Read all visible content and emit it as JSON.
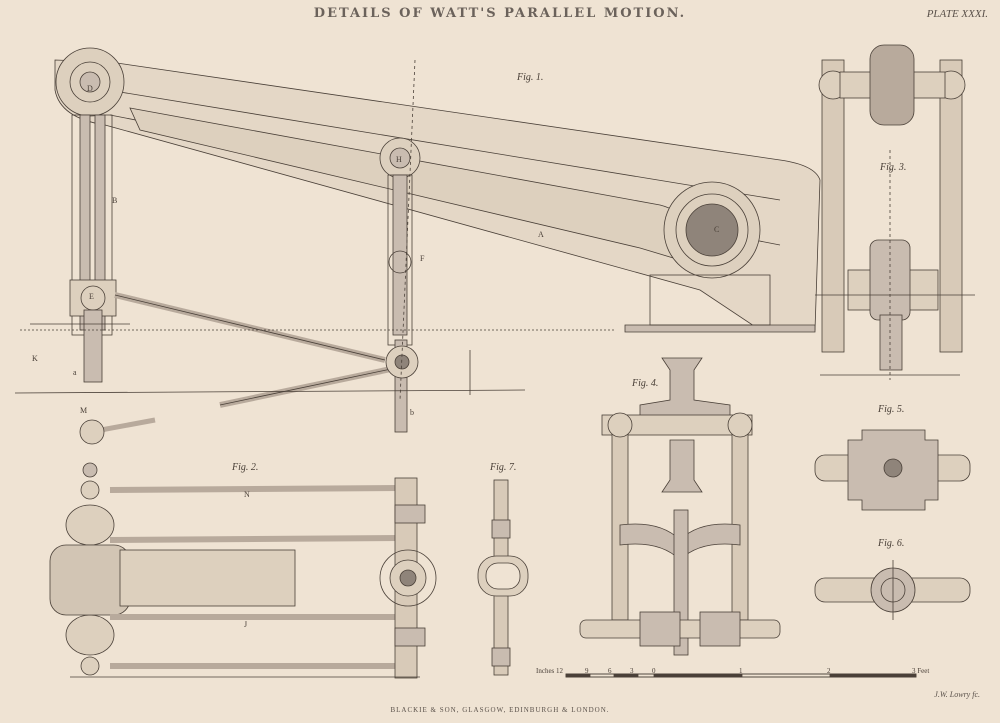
{
  "title": "DETAILS OF WATT'S PARALLEL MOTION.",
  "plate": "PLATE XXXI.",
  "figures": {
    "fig1": "Fig. 1.",
    "fig2": "Fig. 2.",
    "fig3": "Fig. 3.",
    "fig4": "Fig. 4.",
    "fig5": "Fig. 5.",
    "fig6": "Fig. 6.",
    "fig7": "Fig. 7."
  },
  "part_letters": [
    "A",
    "B",
    "C",
    "D",
    "E",
    "F",
    "H",
    "J",
    "K",
    "M",
    "N",
    "a",
    "b"
  ],
  "scale": {
    "inches_label": "Inches 12",
    "ticks": [
      "9",
      "6",
      "3",
      "0",
      "1",
      "2"
    ],
    "feet_label": "3 Feet"
  },
  "engraver": "J.W. Lowry fc.",
  "publisher": "BLACKIE & SON, GLASGOW, EDINBURGH & LONDON.",
  "colors": {
    "paper": "#efe3d3",
    "ink": "#4a4038",
    "shade": "#c9bcb0",
    "dark_shade": "#8f847a"
  }
}
